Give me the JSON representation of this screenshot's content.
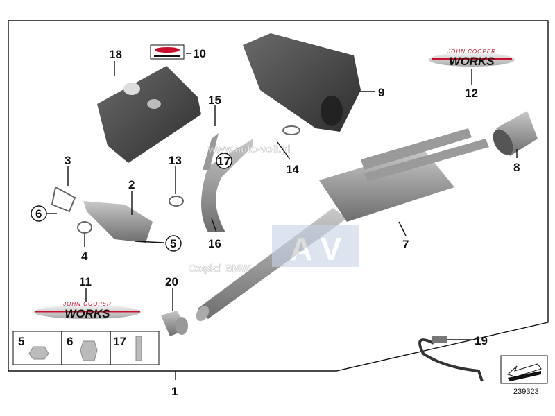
{
  "diagram": {
    "callouts": {
      "c1": "1",
      "c2": "2",
      "c3": "3",
      "c4": "4",
      "c5": "5",
      "c6": "6",
      "c7": "7",
      "c8": "8",
      "c9": "9",
      "c10": "10",
      "c11": "11",
      "c12": "12",
      "c13": "13",
      "c14": "14",
      "c15": "15",
      "c16": "16",
      "c17": "17",
      "c18": "18",
      "c19": "19",
      "c20": "20"
    },
    "small_parts": [
      {
        "label": "5"
      },
      {
        "label": "6"
      },
      {
        "label": "17"
      }
    ],
    "logo": {
      "line1": "JOHN COOPER",
      "line2": "WORKS"
    },
    "diagram_number": "239323",
    "watermark": {
      "url": "www.auto-voll.pl",
      "letters": "A V",
      "caption": "Części BMW"
    }
  },
  "colors": {
    "accent": "#c8102e",
    "part": "#8c8c8c"
  }
}
